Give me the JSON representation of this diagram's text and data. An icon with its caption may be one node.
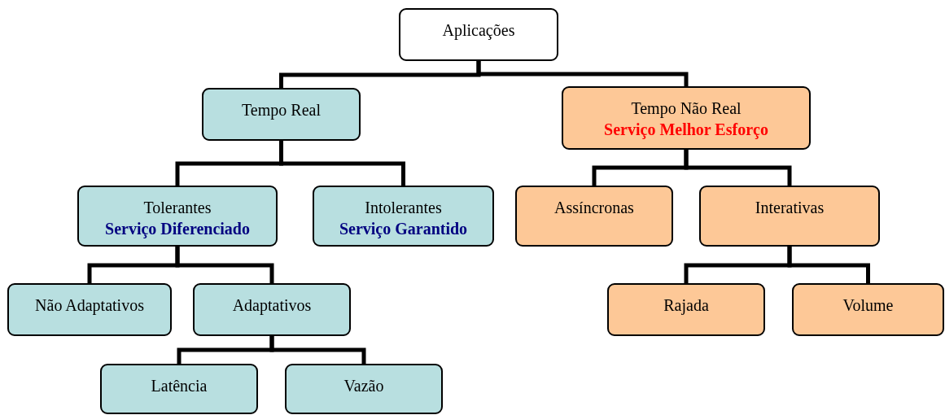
{
  "diagram": {
    "nodes": [
      {
        "text": [
          "Aplicações"
        ]
      },
      {
        "text": [
          "Tempo Real"
        ]
      },
      {
        "text": [
          "Tempo Não Real",
          "Serviço Melhor Esforço"
        ]
      },
      {
        "text": [
          "Tolerantes",
          "Serviço Diferenciado"
        ]
      },
      {
        "text": [
          "Intolerantes",
          "Serviço Garantido"
        ]
      },
      {
        "text": [
          "Assíncronas"
        ]
      },
      {
        "text": [
          "Interativas"
        ]
      },
      {
        "text": [
          "Não Adaptativos"
        ]
      },
      {
        "text": [
          "Adaptativos"
        ]
      },
      {
        "text": [
          "Rajada"
        ]
      },
      {
        "text": [
          "Volume"
        ]
      },
      {
        "text": [
          "Latência"
        ]
      },
      {
        "text": [
          "Vazão"
        ]
      }
    ],
    "edges": [
      {
        "from": 0,
        "to": 1,
        "arrow": "none"
      },
      {
        "from": 0,
        "to": 2,
        "arrow": "none"
      },
      {
        "from": 1,
        "to": 3,
        "arrow": "none"
      },
      {
        "from": 1,
        "to": 4,
        "arrow": "none"
      },
      {
        "from": 2,
        "to": 5,
        "arrow": "none"
      },
      {
        "from": 2,
        "to": 6,
        "arrow": "none"
      },
      {
        "from": 3,
        "to": 7,
        "arrow": "none"
      },
      {
        "from": 3,
        "to": 8,
        "arrow": "none"
      },
      {
        "from": 6,
        "to": 9,
        "arrow": "none"
      },
      {
        "from": 6,
        "to": 10,
        "arrow": "none"
      },
      {
        "from": 8,
        "to": 11,
        "arrow": "none"
      },
      {
        "from": 8,
        "to": 12,
        "arrow": "none"
      }
    ]
  }
}
